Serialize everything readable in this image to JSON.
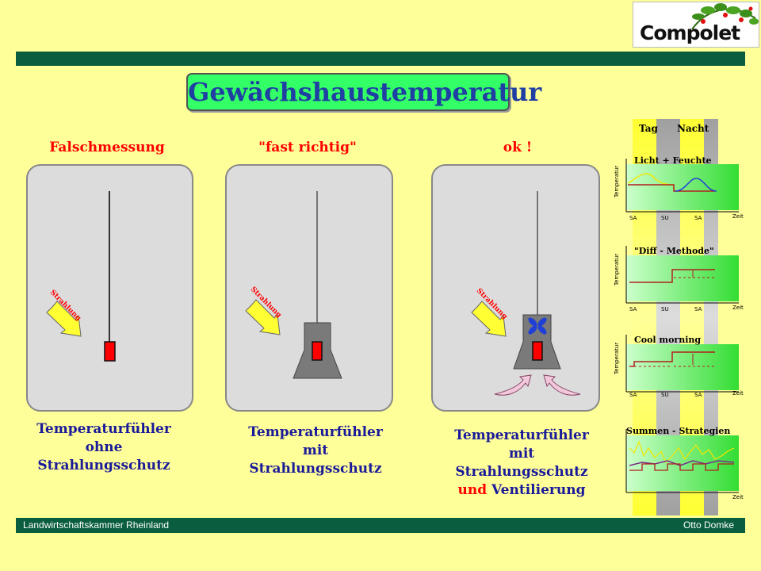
{
  "logo": {
    "text": "Compolet"
  },
  "title": "Gewächshaustemperatur",
  "columns": [
    {
      "heading": "Falschmessung",
      "radiation_label": "Strahlung",
      "caption_lines": [
        "Temperaturfühler",
        "ohne",
        "Strahlungsschutz"
      ]
    },
    {
      "heading": "\"fast richtig\"",
      "radiation_label": "Strahlung",
      "caption_lines": [
        "Temperaturfühler",
        "mit",
        "Strahlungsschutz"
      ]
    },
    {
      "heading": "ok !",
      "radiation_label": "Strahlung",
      "caption_lines": [
        "Temperaturfühler",
        "mit",
        "Strahlungsschutz"
      ],
      "caption_last_red": "und",
      "caption_last_rest": " Ventilierung"
    }
  ],
  "day_night": {
    "tag": "Tag",
    "nacht": "Nacht"
  },
  "mini_charts": [
    {
      "title": "Licht + Feuchte",
      "ylabel": "Temperatur",
      "xlabel": "Zeit",
      "ticks": [
        "SA",
        "SU",
        "SA"
      ]
    },
    {
      "title": "\"Diff - Methode\"",
      "ylabel": "Temperatur",
      "xlabel": "Zeit",
      "ticks": [
        "SA",
        "SU",
        "SA"
      ]
    },
    {
      "title": "Cool morning",
      "ylabel": "Temperatur",
      "xlabel": "Zeit",
      "ticks": [
        "SA",
        "SU",
        "SA"
      ]
    },
    {
      "title": "Summen - Strategien",
      "xlabel": "Zeit"
    }
  ],
  "footer": {
    "left": "Landwirtschaftskammer Rheinland",
    "right": "Otto Domke"
  },
  "colors": {
    "background": "#ffff99",
    "bar": "#0a5e3f",
    "title_bg": "#33ff66",
    "title_text": "#1f3fa3",
    "heading": "#ff0000",
    "caption": "#1a1a9a",
    "sensor": "#ff0000",
    "arrow": "#ffff33"
  }
}
